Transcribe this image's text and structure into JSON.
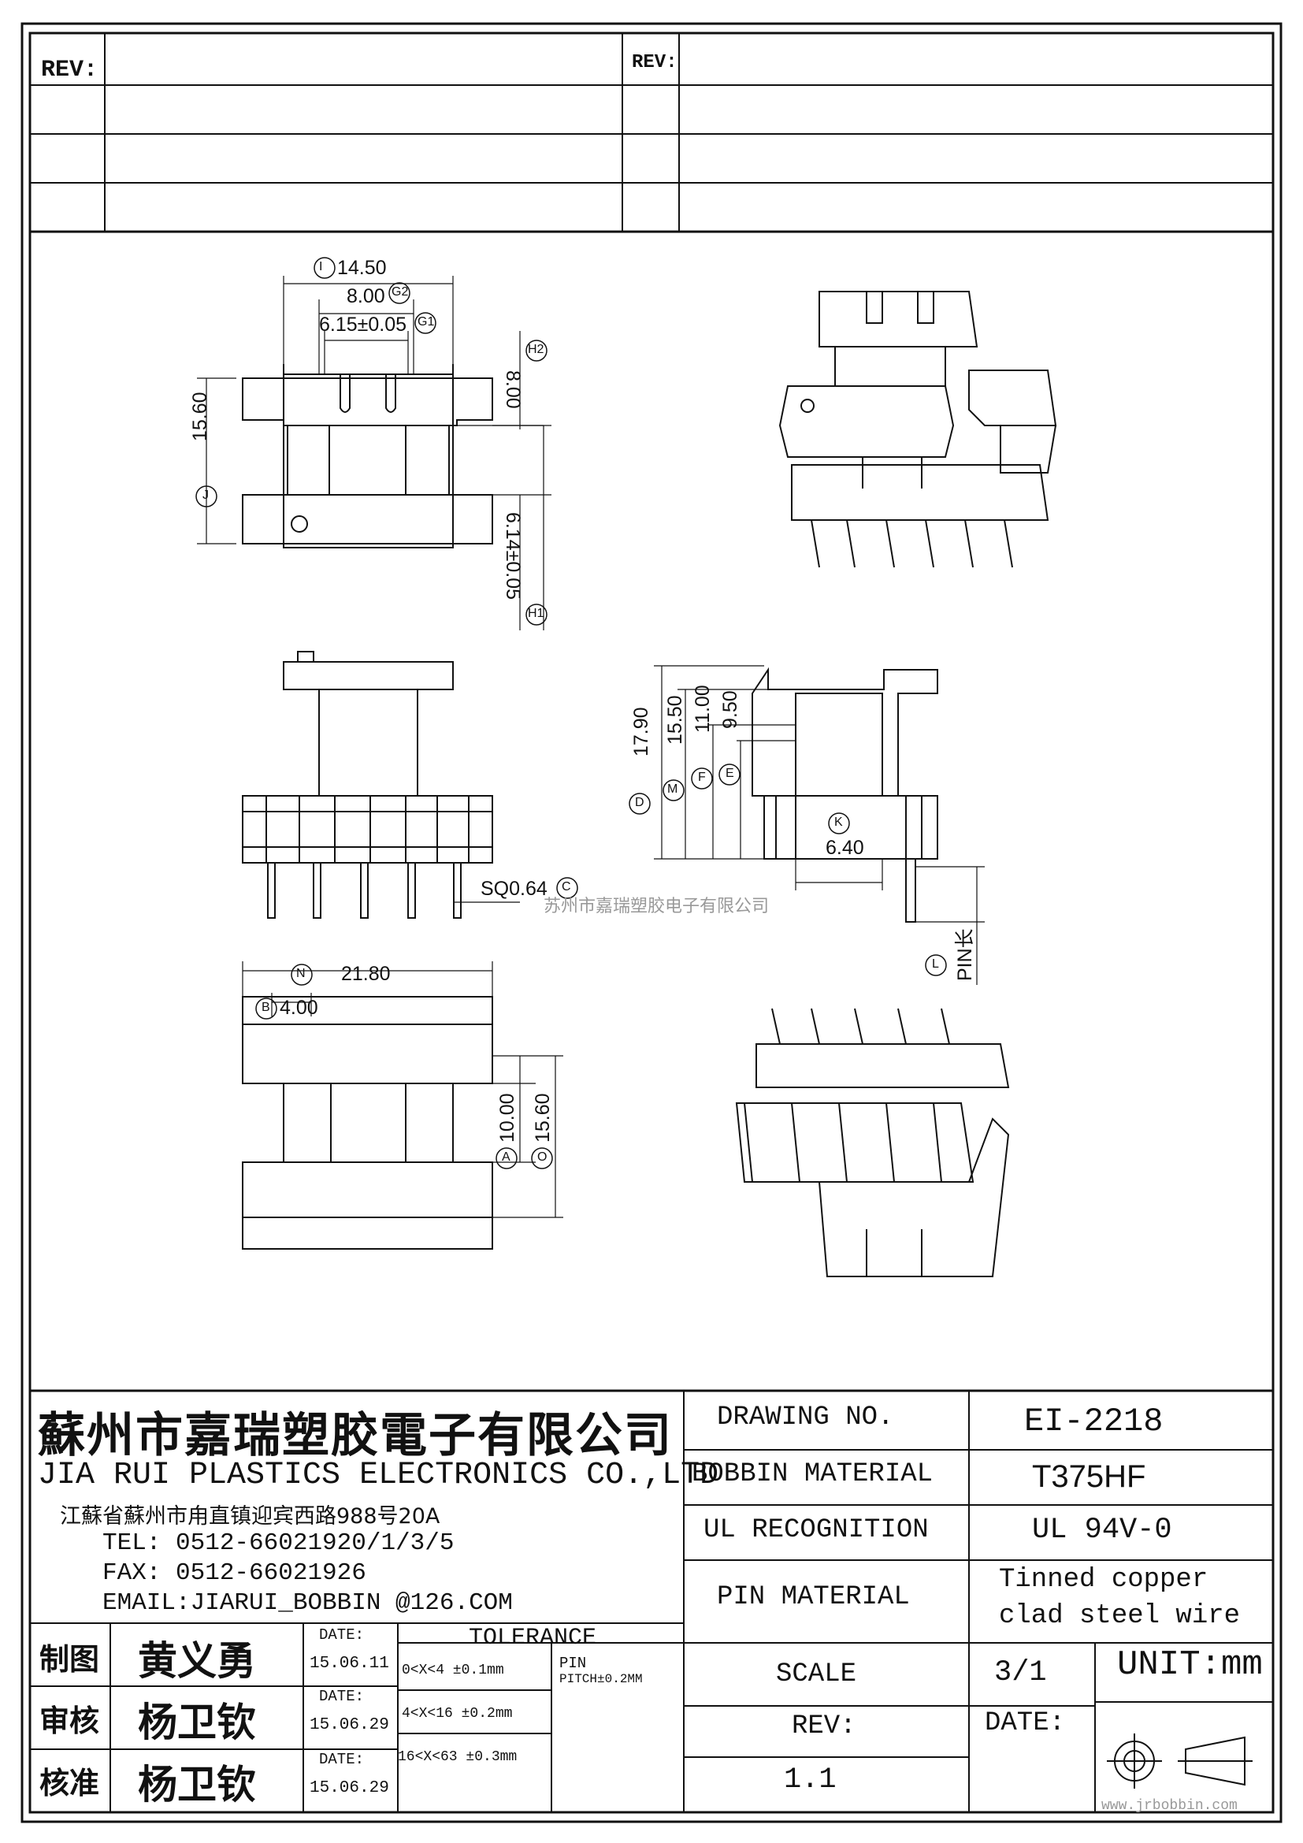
{
  "rev_table": {
    "rev_left": "REV:",
    "rev_right": "REV:"
  },
  "dimensions": {
    "top_view": {
      "width_i": "14.50",
      "width_g2": "8.00",
      "width_g1": "6.15±0.05",
      "height_j": "15.60",
      "height_h2": "8.00",
      "height_h1": "6.14±0.05",
      "tag_i": "I",
      "tag_g2": "G2",
      "tag_g1": "G1",
      "tag_j": "J",
      "tag_h2": "H2",
      "tag_h1": "H1"
    },
    "front_view": {
      "pin_square": "SQ0.64",
      "tag_c": "C"
    },
    "side_view": {
      "height_d": "17.90",
      "height_m": "15.50",
      "height_f": "11.00",
      "height_e": "9.50",
      "width_k": "6.40",
      "pin_length": "PIN长",
      "tag_d": "D",
      "tag_m": "M",
      "tag_f": "F",
      "tag_e": "E",
      "tag_k": "K",
      "tag_l": "L"
    },
    "bottom_view": {
      "width_n": "21.80",
      "pitch_b": "4.00",
      "height_a": "10.00",
      "height_o": "15.60",
      "tag_n": "N",
      "tag_b": "B",
      "tag_a": "A",
      "tag_o": "O"
    }
  },
  "watermark": "苏州市嘉瑞塑胶电子有限公司",
  "title_block": {
    "company_cn": "蘇州市嘉瑞塑胶電子有限公司",
    "company_en": "JIA RUI PLASTICS ELECTRONICS CO.,LTD",
    "address": "江蘇省蘇州市甪直镇迎宾西路988号20A",
    "tel": "TEL: 0512-66021920/1/3/5",
    "fax": "FAX: 0512-66021926",
    "email": "EMAIL:JIARUI_BOBBIN @126.COM",
    "drawing_no_label": "DRAWING  NO.",
    "drawing_no": "EI-2218",
    "bobbin_material_label": "BOBBIN  MATERIAL",
    "bobbin_material": "T375HF",
    "ul_label": "UL RECOGNITION",
    "ul_value": "UL 94V-0",
    "pin_material_label": "PIN MATERIAL",
    "pin_material_1": "Tinned copper",
    "pin_material_2": "clad steel wire",
    "scale_label": "SCALE",
    "scale": "3/1",
    "unit": "UNIT:mm",
    "date_label": "DATE:",
    "rev_label": "REV:",
    "rev": "1.1",
    "tolerance_label": "TOLERANCE",
    "tol_1": "0<X<4  ±0.1mm",
    "tol_2": "4<X<16 ±0.2mm",
    "tol_3": "16<X<63 ±0.3mm",
    "pin_label": "PIN",
    "pin_pitch": "PITCH±0.2MM",
    "roles": [
      {
        "role": "制图",
        "name": "黄义勇",
        "date_label": "DATE:",
        "date": "15.06.11"
      },
      {
        "role": "审核",
        "name": "杨卫钦",
        "date_label": "DATE:",
        "date": "15.06.29"
      },
      {
        "role": "核准",
        "name": "杨卫钦",
        "date_label": "DATE:",
        "date": "15.06.29"
      }
    ],
    "website": "www.jrbobbin.com"
  }
}
